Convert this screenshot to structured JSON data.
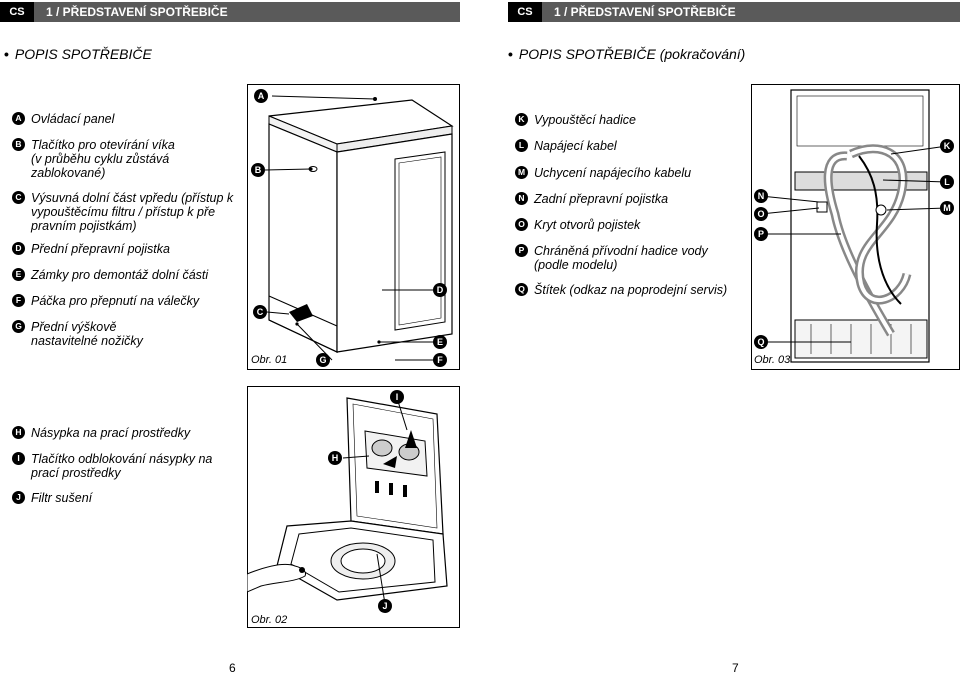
{
  "header_left": {
    "lang": "CS",
    "title": "1 / PŘEDSTAVENÍ SPOTŘEBIČE"
  },
  "header_right": {
    "lang": "CS",
    "title": "1 / PŘEDSTAVENÍ SPOTŘEBIČE"
  },
  "section_left": {
    "bullet": "•",
    "title": "POPIS SPOTŘEBIČE"
  },
  "section_right": {
    "bullet": "•",
    "title": "POPIS SPOTŘEBIČE (pokračování)"
  },
  "items_left": [
    {
      "letter": "A",
      "text": "Ovládací panel"
    },
    {
      "letter": "B",
      "text": "Tlačítko pro otevírání víka (v průběhu cyklu zůstává zablokované)"
    },
    {
      "letter": "C",
      "text": "Výsuvná dolní část vpředu (přístup k vypouštěcímu filtru / přístup k pře pravním pojistkám)"
    },
    {
      "letter": "D",
      "text": "Přední přepravní pojistka"
    },
    {
      "letter": "E",
      "text": "Zámky pro demontáž dolní části"
    },
    {
      "letter": "F",
      "text": "Páčka pro přepnutí na válečky"
    },
    {
      "letter": "G",
      "text": "Přední výškově nastavitelné nožičky"
    }
  ],
  "items_bottom": [
    {
      "letter": "H",
      "text": "Násypka na prací prostředky"
    },
    {
      "letter": "I",
      "text": "Tlačítko odblokování násypky na prací prostředky"
    },
    {
      "letter": "J",
      "text": "Filtr sušení"
    }
  ],
  "items_right": [
    {
      "letter": "K",
      "text": "Vypouštěcí hadice"
    },
    {
      "letter": "L",
      "text": "Napájecí kabel"
    },
    {
      "letter": "M",
      "text": "Uchycení napájecího kabelu"
    },
    {
      "letter": "N",
      "text": "Zadní přepravní pojistka"
    },
    {
      "letter": "O",
      "text": "Kryt otvorů pojistek"
    },
    {
      "letter": "P",
      "text": "Chráněná přívodní hadice vody (podle modelu)"
    },
    {
      "letter": "Q",
      "text": "Štítek (odkaz na poprodejní servis)"
    }
  ],
  "figures": {
    "fig1": {
      "caption": "Obr. 01",
      "labels": [
        "A",
        "B",
        "C",
        "D",
        "E",
        "F",
        "G"
      ]
    },
    "fig2": {
      "caption": "Obr. 02",
      "labels": [
        "I",
        "H",
        "J"
      ]
    },
    "fig3": {
      "caption": "Obr. 03",
      "labels": [
        "K",
        "L",
        "M",
        "N",
        "O",
        "P",
        "Q"
      ]
    }
  },
  "page_numbers": {
    "left": "6",
    "right": "7"
  }
}
